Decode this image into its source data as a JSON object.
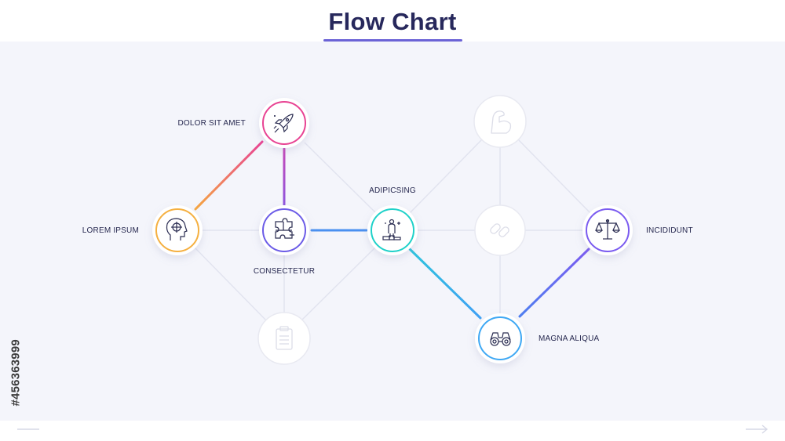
{
  "title": "Flow Chart",
  "watermark_id": "#456363999",
  "colors": {
    "panel": "#f4f5fb",
    "title": "#27285c",
    "underline": "#6b63d6",
    "grid_line": "#e1e3ef"
  },
  "nodes": [
    {
      "id": "lorem",
      "label": "LOREM IPSUM",
      "icon": "head-target-icon",
      "color": "#f5b041",
      "active": true
    },
    {
      "id": "dolor",
      "label": "DOLOR SIT AMET",
      "icon": "rocket-icon",
      "color": "#e84393",
      "active": true
    },
    {
      "id": "consectetur",
      "label": "CONSECTETUR",
      "icon": "puzzle-icon",
      "color": "#6c5ce7",
      "active": true
    },
    {
      "id": "adipiscing",
      "label": "ADIPICSING",
      "icon": "person-podium-icon",
      "color": "#1fd1c9",
      "active": true
    },
    {
      "id": "magna",
      "label": "MAGNA ALIQUA",
      "icon": "binoculars-icon",
      "color": "#3fa8f4",
      "active": true
    },
    {
      "id": "incididunt",
      "label": "INCIDIDUNT",
      "icon": "scales-icon",
      "color": "#7b5cf0",
      "active": true
    },
    {
      "id": "faded_top",
      "label": "",
      "icon": "muscle-arm-icon",
      "color": "#e3e5ee",
      "active": false
    },
    {
      "id": "faded_mid",
      "label": "",
      "icon": "chain-link-icon",
      "color": "#e3e5ee",
      "active": false
    },
    {
      "id": "faded_bottom",
      "label": "",
      "icon": "clipboard-icon",
      "color": "#e3e5ee",
      "active": false
    }
  ],
  "connections": [
    {
      "from": "lorem",
      "to": "dolor",
      "colors": [
        "#f5a742",
        "#e84393"
      ]
    },
    {
      "from": "dolor",
      "to": "consectetur",
      "colors": [
        "#c548b8",
        "#8e55dd"
      ]
    },
    {
      "from": "consectetur",
      "to": "adipiscing",
      "colors": [
        "#4a90f0",
        "#4a90f0"
      ]
    },
    {
      "from": "adipiscing",
      "to": "magna",
      "colors": [
        "#2fc4dd",
        "#3fa0f4"
      ]
    },
    {
      "from": "magna",
      "to": "incididunt",
      "colors": [
        "#4f7ff0",
        "#7b5cf0"
      ]
    }
  ]
}
